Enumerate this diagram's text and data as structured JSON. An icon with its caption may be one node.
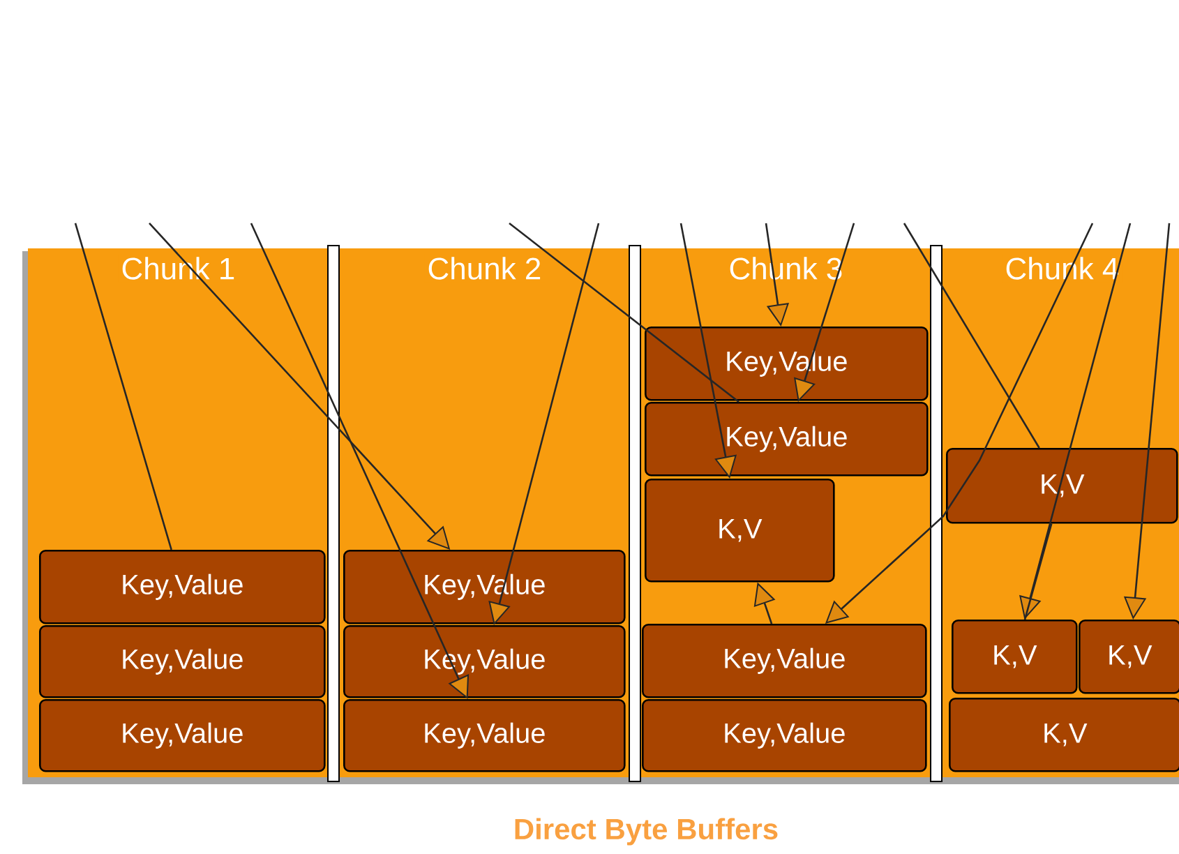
{
  "diagram": {
    "caption": "Direct Byte Buffers",
    "nodes": [
      {
        "text": [
          "Chunk 1"
        ]
      },
      {
        "text": [
          "Key,Value"
        ],
        "in": 0
      },
      {
        "text": [
          "Key,Value"
        ],
        "in": 0
      },
      {
        "text": [
          "Key,Value"
        ],
        "in": 0
      },
      {
        "text": [
          "Chunk 2"
        ]
      },
      {
        "text": [
          "Key,Value"
        ],
        "in": 4
      },
      {
        "text": [
          "Key,Value"
        ],
        "in": 4
      },
      {
        "text": [
          "Key,Value"
        ],
        "in": 4
      },
      {
        "text": [
          "Chunk 3"
        ]
      },
      {
        "text": [
          "Key,Value"
        ],
        "in": 8
      },
      {
        "text": [
          "Key,Value"
        ],
        "in": 8
      },
      {
        "text": [
          "K,V"
        ],
        "in": 8
      },
      {
        "text": [
          "Key,Value"
        ],
        "in": 8
      },
      {
        "text": [
          "Key,Value"
        ],
        "in": 8
      },
      {
        "text": [
          "Chunk 4"
        ]
      },
      {
        "text": [
          "K,V"
        ],
        "in": 14
      },
      {
        "text": [
          "K,V"
        ],
        "in": 14
      },
      {
        "text": [
          "K,V"
        ],
        "in": 14
      },
      {
        "text": [
          "K,V"
        ],
        "in": 14
      }
    ],
    "edges": [
      {
        "from": null,
        "to": 1,
        "arrow": "none"
      },
      {
        "from": null,
        "to": 5,
        "arrow": "to"
      },
      {
        "from": null,
        "to": 7,
        "arrow": "to"
      },
      {
        "from": null,
        "to": 6,
        "arrow": "to"
      },
      {
        "from": null,
        "to": 10,
        "arrow": "none"
      },
      {
        "from": null,
        "to": 11,
        "arrow": "to"
      },
      {
        "from": null,
        "to": 9,
        "arrow": "to"
      },
      {
        "from": null,
        "to": 10,
        "arrow": "to"
      },
      {
        "from": 12,
        "to": 11,
        "arrow": "to"
      },
      {
        "from": null,
        "to": 15,
        "arrow": "none"
      },
      {
        "from": null,
        "to": 12,
        "arrow": "to"
      },
      {
        "from": null,
        "to": 16,
        "arrow": "to"
      },
      {
        "from": 15,
        "to": 16,
        "arrow": "none"
      },
      {
        "from": null,
        "to": 17,
        "arrow": "to"
      }
    ]
  }
}
